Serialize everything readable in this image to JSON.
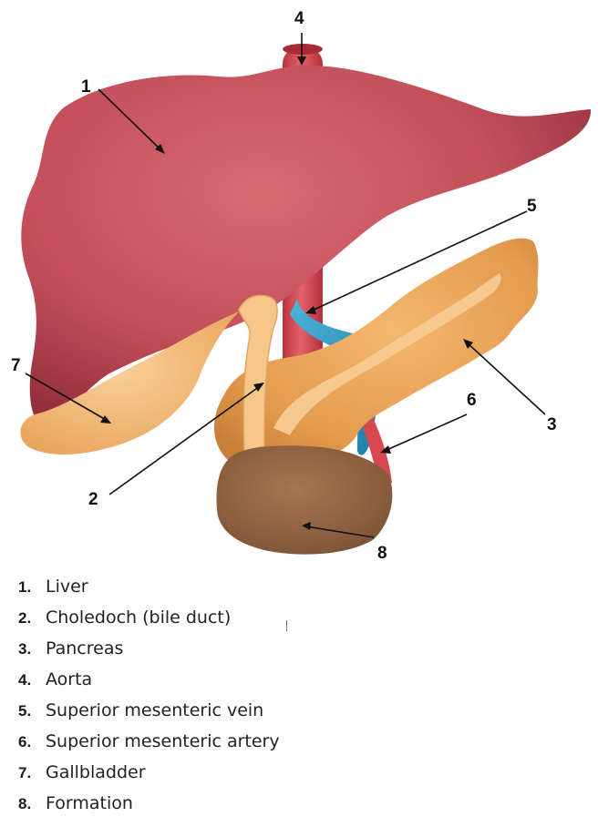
{
  "colors": {
    "liver": "#c9545e",
    "liver_shadow": "#9c3440",
    "aorta": "#d64a52",
    "vein": "#3a9ec4",
    "pancreas": "#eba45a",
    "bile_duct": "#f6c68a",
    "gallbladder": "#f4b872",
    "formation": "#9a6a44",
    "leader_line": "#111111"
  },
  "callouts": [
    "1",
    "2",
    "3",
    "4",
    "5",
    "6",
    "7",
    "8"
  ],
  "legend": [
    {
      "number": "1.",
      "label": "Liver"
    },
    {
      "number": "2.",
      "label": "Choledoch (bile duct)"
    },
    {
      "number": "3.",
      "label": "Pancreas"
    },
    {
      "number": "4.",
      "label": "Aorta"
    },
    {
      "number": "5.",
      "label": "Superior mesenteric vein"
    },
    {
      "number": "6.",
      "label": "Superior mesenteric artery"
    },
    {
      "number": "7.",
      "label": "Gallbladder"
    },
    {
      "number": "8.",
      "label": "Formation"
    }
  ]
}
